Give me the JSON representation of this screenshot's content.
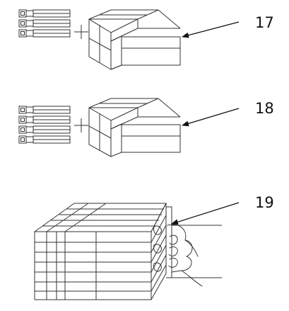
{
  "callouts": [
    {
      "id": "17",
      "label": "17"
    },
    {
      "id": "18",
      "label": "18"
    },
    {
      "id": "19",
      "label": "19"
    }
  ],
  "assemblies": [
    {
      "name": "top",
      "cell_count": 3,
      "operator": "+"
    },
    {
      "name": "middle",
      "cell_count": 4,
      "operator": "+"
    }
  ],
  "colors": {
    "line": "#333333",
    "background": "#ffffff"
  }
}
